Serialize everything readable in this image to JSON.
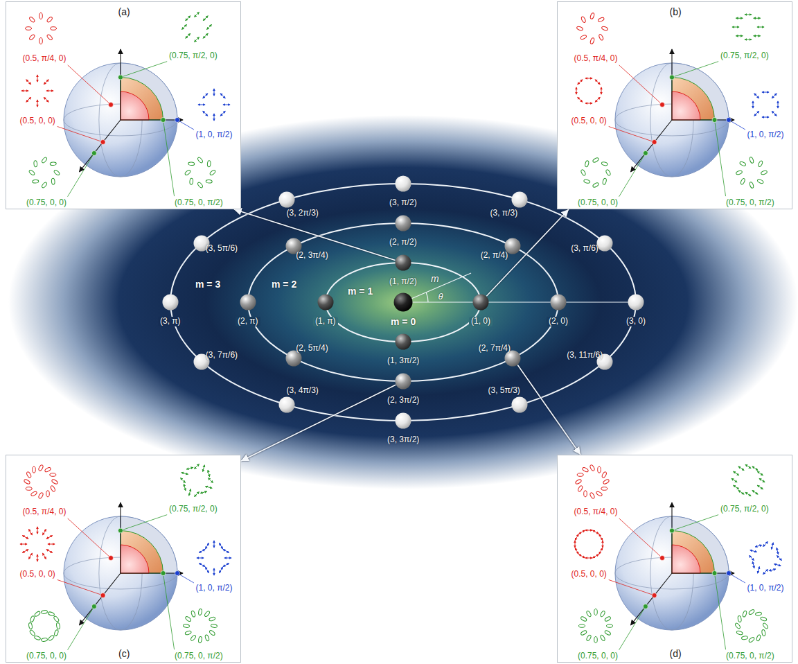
{
  "diagram": {
    "nodes": [
      {
        "text": [
          "(a)",
          "(0.5, π/4, 0)",
          "(0.75, π/2, 0)",
          "(0.5, 0, 0)",
          "(1, 0, π/2)",
          "(0.75, 0, 0)",
          "(0.75, 0, π/2)"
        ]
      },
      {
        "text": [
          "(b)",
          "(0.5, π/4, 0)",
          "(0.75, π/2, 0)",
          "(0.5, 0, 0)",
          "(1, 0, π/2)",
          "(0.75, 0, 0)",
          "(0.75, 0, π/2)"
        ]
      },
      {
        "text": [
          "m = 0"
        ]
      },
      {
        "text": [
          "(1, 0)"
        ]
      },
      {
        "text": [
          "(1, π/2)"
        ]
      },
      {
        "text": [
          "(1, π)"
        ]
      },
      {
        "text": [
          "(1, 3π/2)"
        ]
      },
      {
        "text": [
          "(2, 0)"
        ]
      },
      {
        "text": [
          "(2, π/4)"
        ]
      },
      {
        "text": [
          "(2, π/2)"
        ]
      },
      {
        "text": [
          "(2, 3π/4)"
        ]
      },
      {
        "text": [
          "(2, π)"
        ]
      },
      {
        "text": [
          "(2, 5π/4)"
        ]
      },
      {
        "text": [
          "(2, 3π/2)"
        ]
      },
      {
        "text": [
          "(2, 7π/4)"
        ]
      },
      {
        "text": [
          "(3, 0)"
        ]
      },
      {
        "text": [
          "(3, π/6)"
        ]
      },
      {
        "text": [
          "(3, π/3)"
        ]
      },
      {
        "text": [
          "(3, π/2)"
        ]
      },
      {
        "text": [
          "(3, 2π/3)"
        ]
      },
      {
        "text": [
          "(3, 5π/6)"
        ]
      },
      {
        "text": [
          "(3, π)"
        ]
      },
      {
        "text": [
          "(3, 7π/6)"
        ]
      },
      {
        "text": [
          "(3, 4π/3)"
        ]
      },
      {
        "text": [
          "(3, 3π/2)"
        ]
      },
      {
        "text": [
          "(3, 5π/3)"
        ]
      },
      {
        "text": [
          "(3, 11π/6)"
        ]
      },
      {
        "text": [
          "(c)",
          "(0.5, π/4, 0)",
          "(0.75, π/2, 0)",
          "(0.5, 0, 0)",
          "(1, 0, π/2)",
          "(0.75, 0, 0)",
          "(0.75, 0, π/2)"
        ]
      },
      {
        "text": [
          "(d)",
          "(0.5, π/4, 0)",
          "(0.75, π/2, 0)",
          "(0.5, 0, 0)",
          "(1, 0, π/2)",
          "(0.75, 0, 0)",
          "(0.75, 0, π/2)"
        ]
      }
    ],
    "edges": [
      {
        "from": 4,
        "to": 0,
        "arrow": "to"
      },
      {
        "from": 3,
        "to": 1,
        "arrow": "to"
      },
      {
        "from": 13,
        "to": 27,
        "arrow": "to"
      },
      {
        "from": 14,
        "to": 28,
        "arrow": "to"
      }
    ],
    "labels": [
      "m = 1",
      "m = 2",
      "m = 3",
      "m",
      "θ"
    ]
  }
}
